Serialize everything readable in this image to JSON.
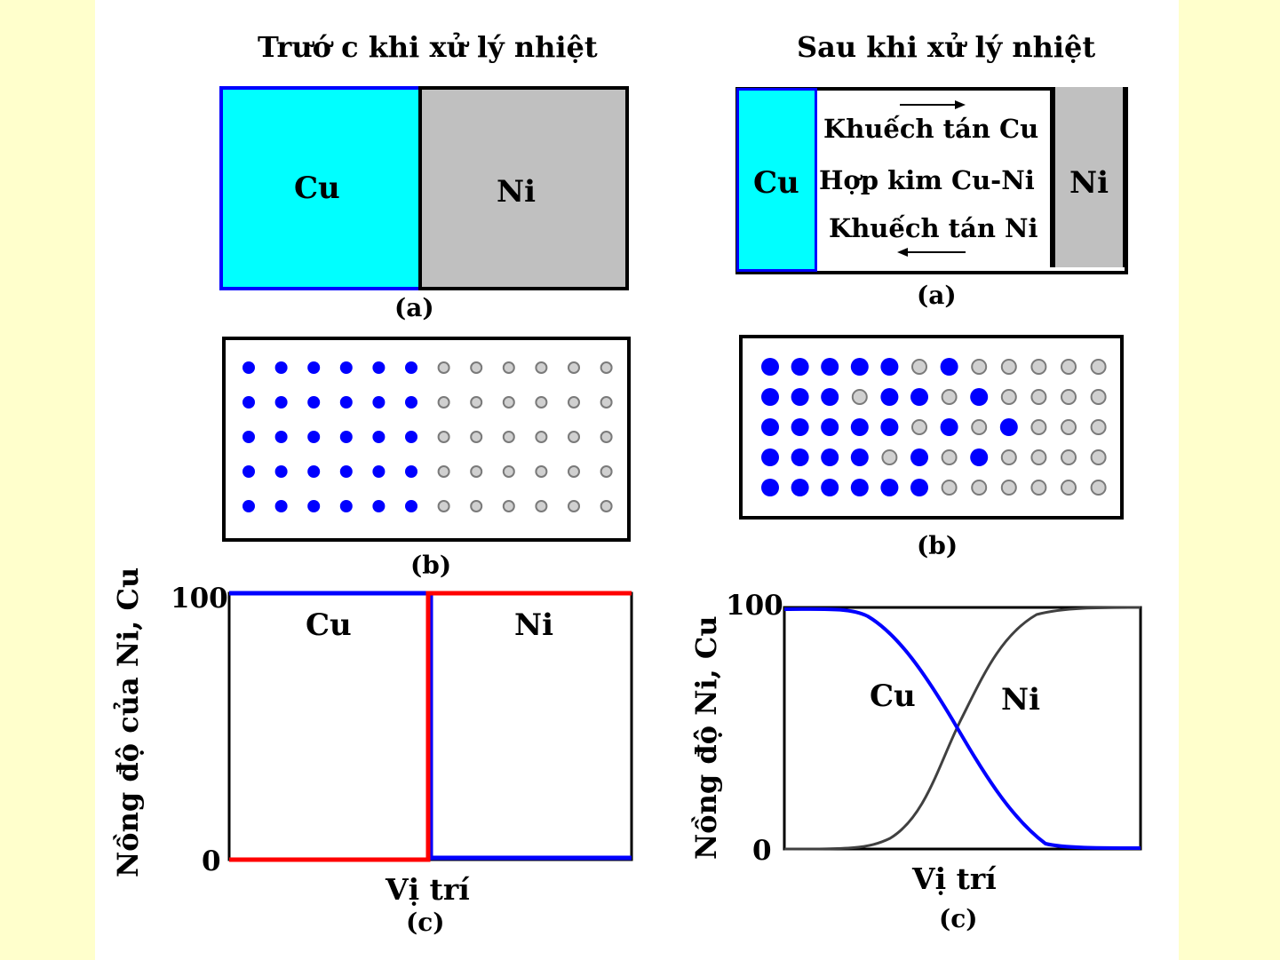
{
  "left": {
    "title": "Trướ c khi xử lý nhiệt",
    "block": {
      "cu_label": "Cu",
      "ni_label": "Ni",
      "cu_color": "#00ffff",
      "ni_color": "#c0c0c0"
    },
    "caption_a": "(a)",
    "caption_b": "(b)",
    "caption_c": "(c)",
    "atom_grid": [
      "CCCCCCNNNNNN",
      "CCCCCCNNNNNN",
      "CCCCCCNNNNNN",
      "CCCCCCNNNNNN",
      "CCCCCCNNNNNN"
    ],
    "plot": {
      "y_label": "Nồng độ của Ni, Cu",
      "x_label": "Vị trí",
      "y_top": "100",
      "y_bottom": "0",
      "cu_label": "Cu",
      "ni_label": "Ni"
    }
  },
  "right": {
    "title": "Sau khi xử lý nhiệt",
    "block": {
      "cu_label": "Cu",
      "ni_label": "Ni",
      "line1": "Khuếch tán Cu",
      "line2": "Hợp kim Cu-Ni",
      "line3": "Khuếch tán Ni",
      "cu_color": "#00ffff",
      "ni_color": "#c0c0c0"
    },
    "caption_a": "(a)",
    "caption_b": "(b)",
    "caption_c": "(c)",
    "atom_grid": [
      "CCCCCNCNNNNN",
      "CCCNCCNCNNNN",
      "CCCCCNCNCNNN",
      "CCCCNCNCNNNN",
      "CCCCCCNNNNNN"
    ],
    "plot": {
      "y_label": "Nồng độ Ni, Cu",
      "x_label": "Vị trí",
      "y_top": "100",
      "y_bottom": "0",
      "cu_label": "Cu",
      "ni_label": "Ni"
    }
  },
  "colors": {
    "cu_atom": "#0000ff",
    "ni_atom": "#a8a8a8",
    "cu_curve": "#0000ff",
    "ni_curve_left": "#ff0000",
    "ni_curve_right": "#404040",
    "border": "#000000"
  }
}
